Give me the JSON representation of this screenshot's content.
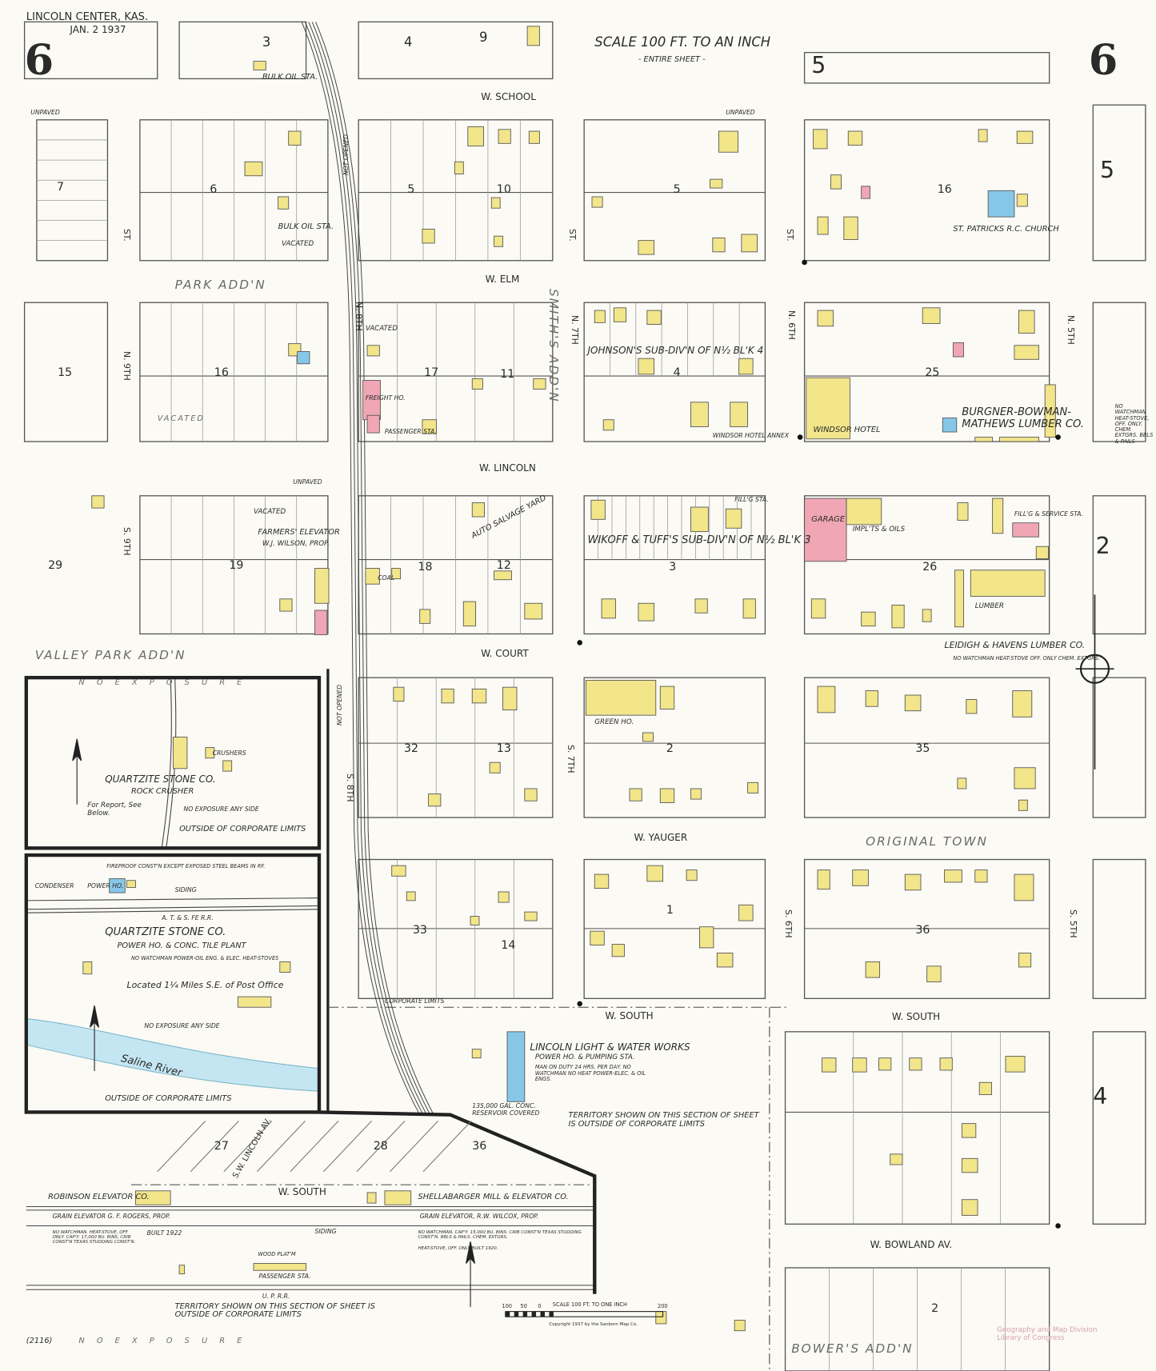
{
  "header": {
    "city": "LINCOLN CENTER, KAS.",
    "date": "JAN. 2 1937",
    "sheet_number": "6",
    "scale": "SCALE 100 FT. TO AN INCH",
    "scale_sub": "- ENTIRE SHEET -"
  },
  "adjacent_sheets": [
    "5",
    "2",
    "4",
    "5"
  ],
  "streets": {
    "school": "W. SCHOOL",
    "elm": "W. ELM",
    "lincoln": "W. LINCOLN",
    "court": "W. COURT",
    "yauger": "W. YAUGER",
    "south": "W. SOUTH",
    "bowland": "W. BOWLAND AV.",
    "n9": "N. 9TH",
    "s9": "S. 9TH",
    "n8": "N. 8TH",
    "s8": "S. 8TH",
    "n7": "N. 7TH",
    "s7": "S. 7TH",
    "n6": "N. 6TH",
    "s6": "S. 6TH",
    "n5": "N. 5TH",
    "s5": "S. 5TH",
    "st": "ST.",
    "sw_lincoln": "S.W. LINCOLN AV."
  },
  "blocks": [
    "3",
    "4",
    "9",
    "6",
    "5",
    "10",
    "5",
    "16",
    "7",
    "15",
    "16",
    "17",
    "11",
    "4",
    "25",
    "29",
    "19",
    "18",
    "12",
    "3",
    "26",
    "32",
    "13",
    "2",
    "35",
    "33",
    "14",
    "1",
    "36",
    "27",
    "28",
    "36",
    "2"
  ],
  "additions": {
    "park": "PARK ADD'N",
    "smiths": "SMITH'S ADD'N",
    "original": "ORIGINAL TOWN",
    "valley_park": "VALLEY PARK ADD'N",
    "bowers": "BOWER'S ADD'N",
    "johnsons": "JOHNSON'S SUB-DIV'N OF N½ BL'K 4",
    "wikoff": "WIKOFF & TUFF'S SUB-DIV'N OF N½ BL'K 3"
  },
  "businesses": {
    "bulk_oil": "BULK OIL STA.",
    "church": "ST. PATRICKS R.C. CHURCH",
    "burgner": "BURGNER-BOWMAN-MATHEWS LUMBER CO.",
    "burgner_note": "NO WATCHMAN HEAT-STOVE, OFF. ONLY. CHEM. EXTGRS. BBLS & PAILS",
    "leidigh": "LEIDIGH & HAVENS LUMBER CO.",
    "leidigh_note": "NO WATCHMAN HEAT-STOVE OFF. ONLY CHEM. EXTGRS.",
    "farmers": "FARMERS' ELEVATOR",
    "farmers_prop": "W.J. WILSON, PROP.",
    "windsor": "WINDSOR HOTEL",
    "windsor_annex": "WINDSOR HOTEL ANNEX",
    "garage": "GARAGE",
    "implts": "IMPL'TS & OILS",
    "green_ho": "GREEN HO.",
    "auto_salvage": "AUTO SALVAGE YARD",
    "freight": "FREIGHT HO.",
    "passenger": "PASSENGER STA.",
    "lumber": "LUMBER",
    "fillg": "FILL'G STA.",
    "service": "FILL'G & SERVICE STA.",
    "coal": "COAL",
    "vacated": "VACATED",
    "not_opened": "NOT OPENED",
    "unpaved": "UNPAVED"
  },
  "quartzite": {
    "name": "QUARTZITE STONE CO.",
    "crusher": "ROCK CRUSHER",
    "report": "For Report, See Below.",
    "no_exposure": "NO EXPOSURE ANY SIDE",
    "outside": "OUTSIDE OF CORPORATE LIMITS",
    "crushers": "CRUSHERS",
    "tile_plant": "POWER HO. & CONC. TILE PLANT",
    "power_ho": "POWER HO.",
    "condenser": "CONDENSER",
    "fireproof": "FIREPROOF CONST'N EXCEPT EXPOSED STEEL BEAMS IN RF.",
    "watchman": "NO WATCHMAN POWER-OIL ENG. & ELEC. HEAT-STOVES",
    "located": "Located 1¼ Miles S.E. of Post Office",
    "river": "Saline River",
    "siding": "SIDING",
    "atsf": "A. T. & S. FE R.R."
  },
  "water_works": {
    "name": "LINCOLN LIGHT & WATER WORKS",
    "sub": "POWER HO. & PUMPING STA.",
    "note": "MAN ON DUTY 24 HRS. PER DAY. NO WATCHMAN NO HEAT POWER-ELEC. & OIL ENGS.",
    "reservoir": "135,000 GAL. CONC. RESERVOIR COVERED"
  },
  "territory_note": "TERRITORY SHOWN ON THIS SECTION OF SHEET IS OUTSIDE OF CORPORATE LIMITS",
  "corporate_limits": "CORPORATE LIMITS",
  "elevators": {
    "robinson": "ROBINSON ELEVATOR CO.",
    "robinson_sub": "GRAIN ELEVATOR G. F. ROGERS, PROP.",
    "robinson_note": "NO WATCHMAN. HEAT-STOVE, OFF. ONLY. CAP'Y: 17,000 BU. BINS, CRIB CONST'N TEXAS STUDDING CONST'N.",
    "robinson_built": "BUILT 1922",
    "shellabarger": "SHELLABARGER MILL & ELEVATOR CO.",
    "shellabarger_sub": "GRAIN ELEVATOR, R.W. WILCOX, PROP.",
    "shellabarger_note": "NO WATCHMAN. CAP'Y: 15,000 BU. BINS: CRIB CONST'N TEXAS STUDDING CONST'N. BBLS & PAILS. CHEM. EXTGRS.",
    "shellabarger_built": "HEAT-STOVE, OFF. ONLY BUILT 1920.",
    "wood_platm": "WOOD PLAT'M",
    "passenger": "PASSENGER STA.",
    "up_rr": "U. P. R.R.",
    "siding": "SIDING"
  },
  "footer": {
    "code": "(2116)",
    "no_exposure": "N O   E X P O S U R E",
    "scale_small": "SCALE 100 FT. TO ONE INCH",
    "scale_ticks": [
      "100",
      "50",
      "0",
      "200"
    ],
    "copyright": "Copyright 1937 by the Sanborn Map Co.",
    "stamp": "Geography and Map Division Library of Congress"
  },
  "colors": {
    "paper": "#fbfaf5",
    "frame_brick": "#f2e58a",
    "brick": "#f0a6b4",
    "fireproof": "#86c7e8",
    "river": "#c4e6f2",
    "ink": "#2a2a2a"
  }
}
